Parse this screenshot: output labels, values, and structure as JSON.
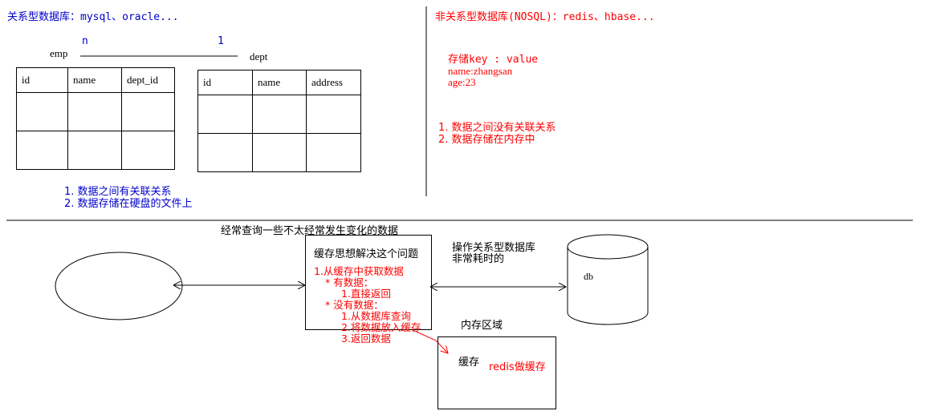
{
  "left": {
    "title": "关系型数据库：mysql、oracle...",
    "emp_label": "emp",
    "dept_label": "dept",
    "mult_n": "n",
    "mult_1": "1",
    "emp_cols": [
      "id",
      "name",
      "dept_id"
    ],
    "dept_cols": [
      "id",
      "name",
      "address"
    ],
    "notes": [
      "1. 数据之间有关联关系",
      "2. 数据存储在硬盘的文件上"
    ]
  },
  "right": {
    "title": "非关系型数据库(NOSQL)：redis、hbase...",
    "kv": [
      "存储key : value",
      "name:zhangsan",
      "age:23"
    ],
    "notes": [
      "1. 数据之间没有关联关系",
      "2. 数据存储在内存中"
    ]
  },
  "bottom": {
    "caption": "经常查询一些不太经常发生变化的数据",
    "cache_title": "缓存思想解决这个问题",
    "cache_lines": [
      "1.从缓存中获取数据",
      "* 有数据：",
      "1.直接返回",
      "* 没有数据：",
      "1.从数据库查询",
      "2.将数据放入缓存",
      "3.返回数据"
    ],
    "op_line1": "操作关系型数据库",
    "op_line2": "非常耗时的",
    "db_label": "db",
    "mem_title": "内存区域",
    "mem_cache": "缓存",
    "mem_redis": "redis做缓存"
  },
  "colors": {
    "blue": "#0000cc",
    "red": "#ff0000",
    "line": "#000000"
  }
}
